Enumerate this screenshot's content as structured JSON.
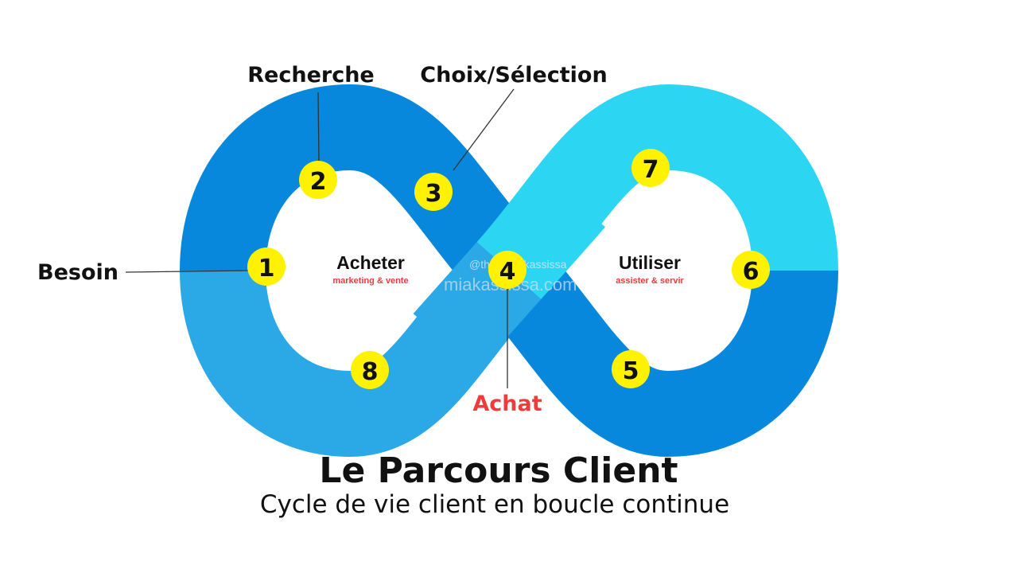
{
  "colors": {
    "dark_blue": "#0788dd",
    "mid_blue": "#2aa9e6",
    "light_cyan": "#2cd6f3",
    "step_yellow": "#fff200",
    "accent_red": "#ef3b3b",
    "text_dark": "#111111",
    "connector": "#333333"
  },
  "loop_centers": {
    "left": {
      "label": "Acheter",
      "sub": "marketing & vente"
    },
    "right": {
      "label": "Utiliser",
      "sub": "assister & servir"
    }
  },
  "steps": [
    "1",
    "2",
    "3",
    "4",
    "5",
    "6",
    "7",
    "8"
  ],
  "callouts": {
    "besoin": "Besoin",
    "recherche": "Recherche",
    "choix": "Choix/Sélection",
    "achat": "Achat"
  },
  "watermark": {
    "handle": "@thedrmiakassissa",
    "site": "miakassissa.com"
  },
  "title": "Le Parcours Client",
  "subtitle": "Cycle de vie client en boucle continue"
}
